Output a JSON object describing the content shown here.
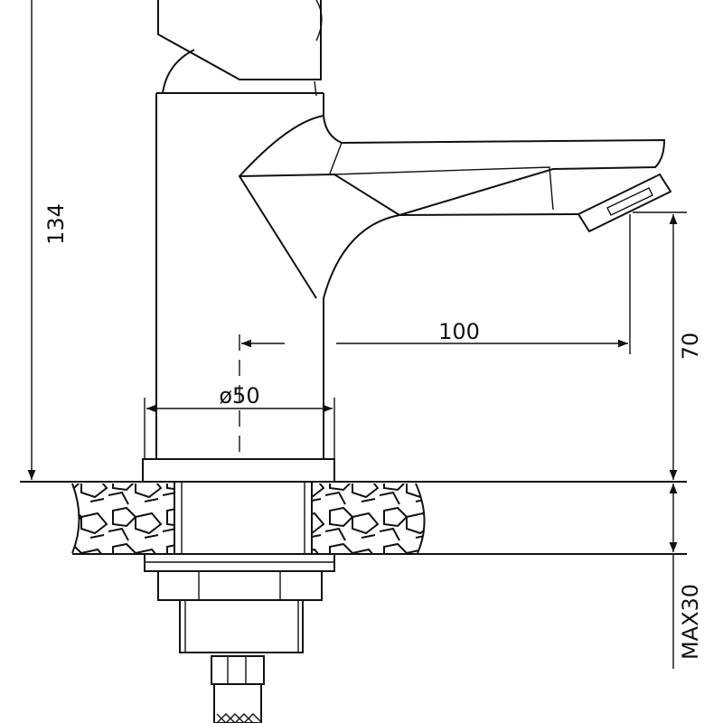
{
  "dimensions": {
    "total_height": "134",
    "spout_reach": "100",
    "spout_height": "70",
    "body_diameter": "ø50",
    "max_counter_thickness": "MAX30"
  },
  "colors": {
    "line": "#111111",
    "background": "#ffffff"
  }
}
